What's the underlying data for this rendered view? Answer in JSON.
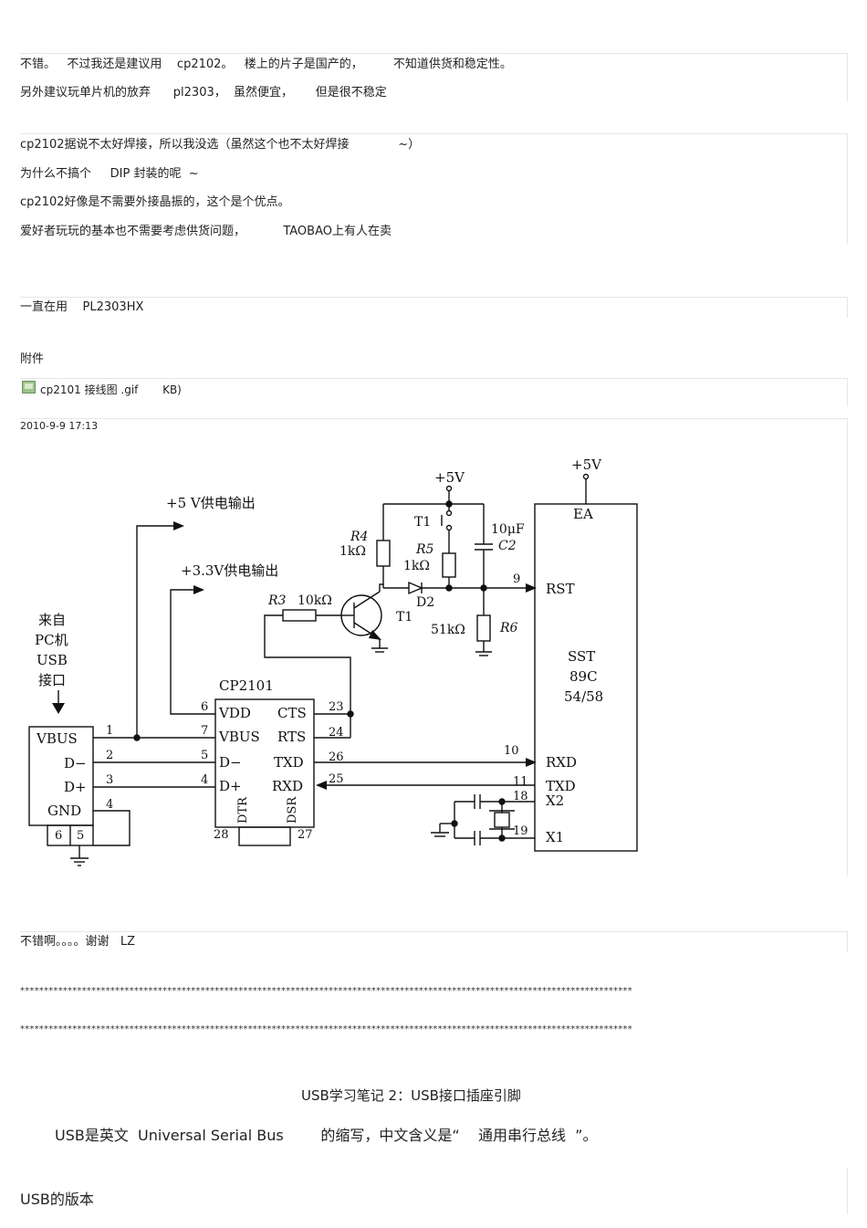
{
  "post1": {
    "line1": "不错。   不过我还是建议用    cp2102。   楼上的片子是国产的，        不知道供货和稳定性。",
    "line2": "另外建议玩单片机的放弃      pl2303，  虽然便宜，      但是很不稳定"
  },
  "post2": {
    "line1": "cp2102据说不太好焊接，所以我没选（虽然这个也不太好焊接             ~）",
    "line2": "为什么不搞个     DIP 封装的呢  ~",
    "line3": "cp2102好像是不需要外接晶振的，这个是个优点。",
    "line4": "爱好者玩玩的基本也不需要考虑供货问题，          TAOBAO上有人在卖"
  },
  "post3": {
    "line1": "一直在用    PL2303HX"
  },
  "attachments": {
    "label": "附件",
    "file": "cp2101 接线图 .gif       KB)",
    "timestamp": "2010-9-9 17:13"
  },
  "circuit": {
    "vcc1": "+5V",
    "vcc2": "+5V",
    "out5v": "+5 V供电输出",
    "out33v": "+3.3V供电输出",
    "src1": "来自",
    "src2": "PC机",
    "src3": "USB",
    "src4": "接口",
    "usb_vbus": "VBUS",
    "usb_dminus": "D−",
    "usb_dplus": "D+",
    "usb_gnd": "GND",
    "usb_p1": "1",
    "usb_p2": "2",
    "usb_p3": "3",
    "usb_p4": "4",
    "usb_p6": "6",
    "usb_p5": "5",
    "cp_title": "CP2101",
    "cp_vdd": "VDD",
    "cp_cts": "CTS",
    "cp_vbus": "VBUS",
    "cp_rts": "RTS",
    "cp_dminus": "D−",
    "cp_txd": "TXD",
    "cp_dplus": "D+",
    "cp_rxd": "RXD",
    "cp_dtr": "DTR",
    "cp_dsr": "DSR",
    "cp_p6": "6",
    "cp_p7": "7",
    "cp_p5": "5",
    "cp_p4": "4",
    "cp_p23": "23",
    "cp_p24": "24",
    "cp_p26": "26",
    "cp_p25": "25",
    "cp_p28": "28",
    "cp_p27": "27",
    "r4": "R4",
    "r4v": "1kΩ",
    "r5": "R5",
    "r5v": "1kΩ",
    "r3": "R3",
    "r3v": "10kΩ",
    "r6": "R6",
    "r6v": "51kΩ",
    "t1_switch": "T1",
    "t1_tr": "T1",
    "c2v": "10μF",
    "c2": "C2",
    "d2": "D2",
    "mcu_ea": "EA",
    "mcu_rst": "RST",
    "mcu_sst": "SST",
    "mcu_89c": "89C",
    "mcu_5458": "54/58",
    "mcu_rxd": "RXD",
    "mcu_txd": "TXD",
    "mcu_x2": "X2",
    "mcu_x1": "X1",
    "mcu_p9": "9",
    "mcu_p10": "10",
    "mcu_p11": "11",
    "mcu_p18": "18",
    "mcu_p19": "19"
  },
  "post4": {
    "line1": "不错啊。。。。谢谢   LZ"
  },
  "separators": {
    "line1": "*********************************************************************************************************************************",
    "line2": "*********************************************************************************************************************************"
  },
  "article": {
    "title": "USB学习笔记 2：USB接口插座引脚",
    "intro": "USB是英文  Universal Serial Bus        的缩写，中文含义是“    通用串行总线  ”。",
    "section": "USB的版本"
  }
}
